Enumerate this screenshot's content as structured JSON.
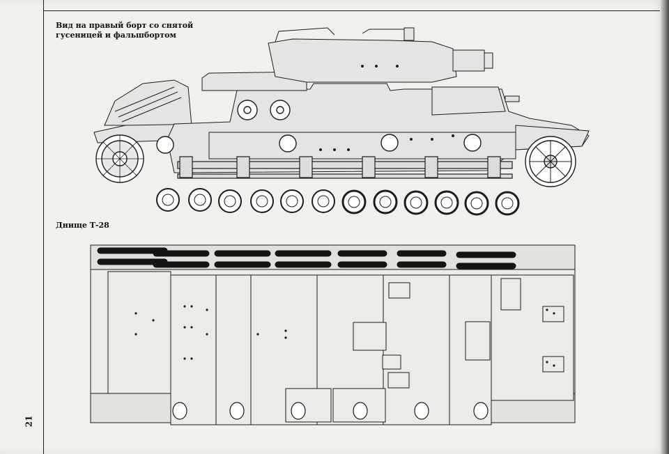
{
  "captions": {
    "side_view_line1": "Вид на правый борт со снятой",
    "side_view_line2": "гусеницей и фальшбортом",
    "bottom_view": "Днище Т-28"
  },
  "page_number": "21",
  "colors": {
    "paper": "#f1f0ec",
    "ink": "#1c1c1c",
    "hull_fill": "#e4e4e2",
    "track_black": "#151515"
  }
}
